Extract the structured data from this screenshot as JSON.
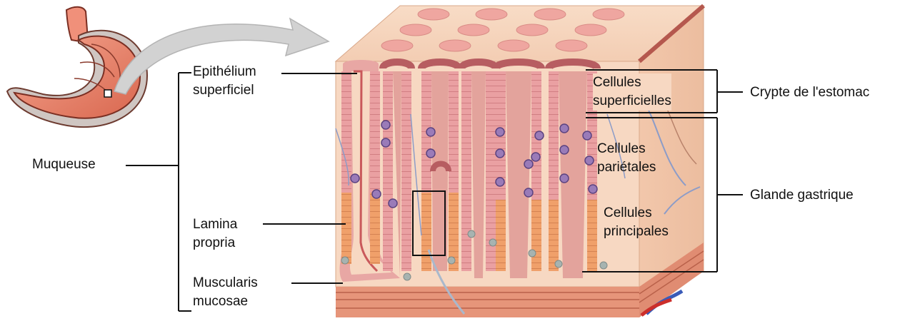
{
  "labels": {
    "epithelium": [
      "Epithélium",
      "superficiel"
    ],
    "mucosa": "Muqueuse",
    "lamina": [
      "Lamina",
      "propria"
    ],
    "muscularis": [
      "Muscularis",
      "mucosae"
    ],
    "surface_cells": [
      "Cellules",
      "superficielles"
    ],
    "parietal_cells": [
      "Cellules",
      "pariétales"
    ],
    "chief_cells": [
      "Cellules",
      "principales"
    ],
    "gastric_pit": "Crypte de l'estomac",
    "gastric_gland": "Glande gastrique"
  },
  "colors": {
    "stomach": "#e8826a",
    "tissue": "#f6d3bb",
    "pit_lining": "#e89aa0",
    "parietal_cell": "#9a7bb8",
    "chief_cell": "#e88f55",
    "muscle": "#d9826a",
    "arrow": "#c8c8c8",
    "line": "#111111"
  }
}
